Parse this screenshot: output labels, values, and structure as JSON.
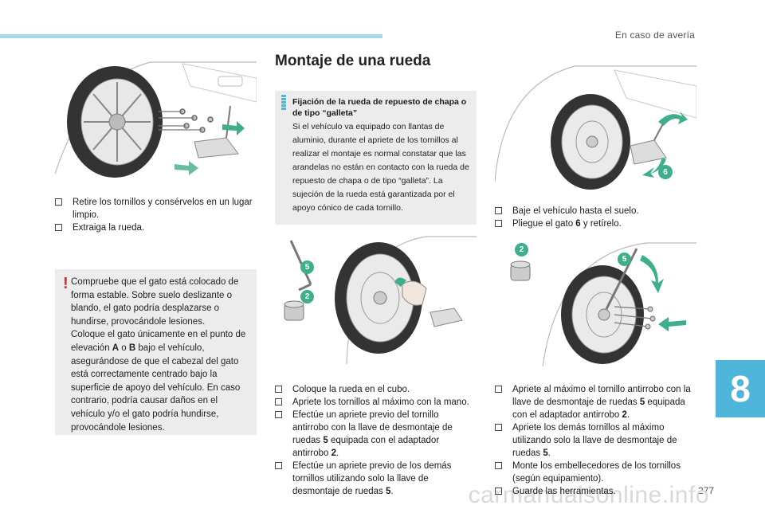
{
  "header": {
    "section_title": "En caso de avería"
  },
  "footer": {
    "page_number": "277",
    "watermark": "carmanualsonline.info"
  },
  "chapter_tab": "8",
  "col1": {
    "steps": [
      {
        "text": "Retire los tornillos y consérvelos en un lugar limpio."
      },
      {
        "text": "Extraiga la rueda."
      }
    ],
    "warning": {
      "icon": "!",
      "p1": "Compruebe que el gato está colocado de forma estable. Sobre suelo deslizante o blando, el gato podría desplazarse o hundirse, provocándole lesiones.",
      "p2a": "Coloque el gato únicamente en el punto de elevación ",
      "p2_a": "A",
      "p2_or": " o ",
      "p2_b": "B",
      "p2b": " bajo el vehículo, asegurándose de que el cabezal del gato está correctamente centrado bajo la superficie de apoyo del vehículo. En caso contrario, podría causar daños en el vehículo y/o el gato podría hundirse, provocándole lesiones."
    }
  },
  "col2": {
    "title": "Montaje de una rueda",
    "info": {
      "heading": "Fijación de la rueda de repuesto de chapa o de tipo “galleta”",
      "body": "Si el vehículo va equipado con llantas de aluminio, durante el apriete de los tornillos al realizar el montaje es normal constatar que las arandelas no están en contacto con la rueda de repuesto de chapa o de tipo “galleta”. La sujeción de la rueda está garantizada por el apoyo cónico de cada tornillo."
    },
    "fig_labels": [
      "5",
      "2"
    ],
    "steps": {
      "s1": "Coloque la rueda en el cubo.",
      "s2": "Apriete los tornillos al máximo con la mano.",
      "s3a": "Efectúe un apriete previo del tornillo antirrobo con la llave de desmontaje de ruedas ",
      "s3_n1": "5",
      "s3b": " equipada con el adaptador antirrobo ",
      "s3_n2": "2",
      "s3c": ".",
      "s4a": "Efectúe un apriete previo de los demás tornillos utilizando solo la llave de desmontaje de ruedas ",
      "s4_n": "5",
      "s4b": "."
    }
  },
  "col3": {
    "fig1_label": "6",
    "steps1": {
      "s1": "Baje el vehículo hasta el suelo.",
      "s2a": "Pliegue el gato ",
      "s2_n": "6",
      "s2b": " y retírelo."
    },
    "fig2_labels": [
      "2",
      "5"
    ],
    "steps2": {
      "s1a": "Apriete al máximo el tornillo antirrobo con la llave de desmontaje de ruedas ",
      "s1_n1": "5",
      "s1b": " equipada con el adaptador antirrobo ",
      "s1_n2": "2",
      "s1c": ".",
      "s2a": "Apriete los demás tornillos al máximo utilizando solo la llave de desmontaje de ruedas ",
      "s2_n": "5",
      "s2b": ".",
      "s3": "Monte los embellecedores de los tornillos (según equipamiento).",
      "s4": "Guarde las herramientas."
    }
  },
  "colors": {
    "accent_blue": "#4fb5db",
    "badge_green": "#3fae8c",
    "arrow_green": "#3fae8c",
    "warning_red": "#e2262a",
    "box_grey": "#ececec"
  }
}
